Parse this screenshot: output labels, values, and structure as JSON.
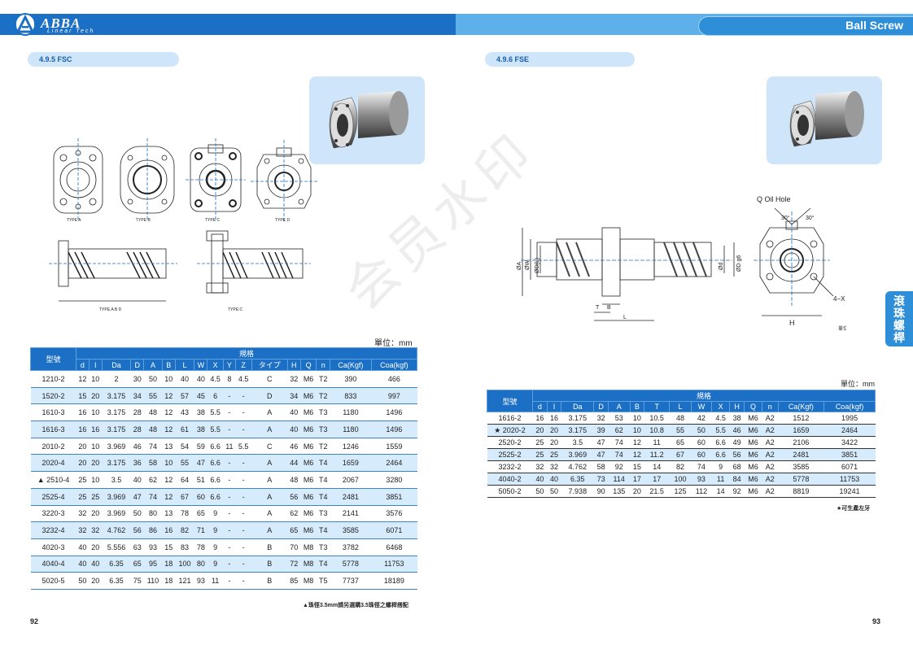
{
  "header": {
    "logo_text": "ABBA",
    "logo_sub": "Linear Tech",
    "title": "Ball Screw"
  },
  "left": {
    "section_label": "4.9.5  FSC",
    "type_labels": [
      "TYPE A",
      "TYPE B",
      "TYPE C",
      "TYPE D",
      "TYPE:A B D",
      "TYPE:C"
    ],
    "unit": "單位：mm",
    "table": {
      "model_header": "型號",
      "spec_header": "規格",
      "columns": [
        "d",
        "l",
        "Da",
        "D",
        "A",
        "B",
        "L",
        "W",
        "X",
        "Y",
        "Z",
        "タイプ",
        "H",
        "Q",
        "n",
        "Ca(Kgf)",
        "Coa(kgf)"
      ],
      "rows": [
        {
          "mark": "",
          "model": "1210-2",
          "vals": [
            "12",
            "10",
            "2",
            "30",
            "50",
            "10",
            "40",
            "40",
            "4.5",
            "8",
            "4.5",
            "C",
            "32",
            "M6",
            "T2",
            "390",
            "466"
          ]
        },
        {
          "mark": "",
          "model": "1520-2",
          "vals": [
            "15",
            "20",
            "3.175",
            "34",
            "55",
            "12",
            "57",
            "45",
            "6",
            "-",
            "-",
            "D",
            "34",
            "M6",
            "T2",
            "833",
            "997"
          ]
        },
        {
          "mark": "",
          "model": "1610-3",
          "vals": [
            "16",
            "10",
            "3.175",
            "28",
            "48",
            "12",
            "43",
            "38",
            "5.5",
            "-",
            "-",
            "A",
            "40",
            "M6",
            "T3",
            "1180",
            "1496"
          ]
        },
        {
          "mark": "",
          "model": "1616-3",
          "vals": [
            "16",
            "16",
            "3.175",
            "28",
            "48",
            "12",
            "61",
            "38",
            "5.5",
            "-",
            "-",
            "A",
            "40",
            "M6",
            "T3",
            "1180",
            "1496"
          ]
        },
        {
          "mark": "",
          "model": "2010-2",
          "vals": [
            "20",
            "10",
            "3.969",
            "46",
            "74",
            "13",
            "54",
            "59",
            "6.6",
            "11",
            "5.5",
            "C",
            "46",
            "M6",
            "T2",
            "1246",
            "1559"
          ]
        },
        {
          "mark": "",
          "model": "2020-4",
          "vals": [
            "20",
            "20",
            "3.175",
            "36",
            "58",
            "10",
            "55",
            "47",
            "6.6",
            "-",
            "-",
            "A",
            "44",
            "M6",
            "T4",
            "1659",
            "2464"
          ]
        },
        {
          "mark": "▲",
          "model": "2510-4",
          "vals": [
            "25",
            "10",
            "3.5",
            "40",
            "62",
            "12",
            "64",
            "51",
            "6.6",
            "-",
            "-",
            "A",
            "48",
            "M6",
            "T4",
            "2067",
            "3280"
          ]
        },
        {
          "mark": "",
          "model": "2525-4",
          "vals": [
            "25",
            "25",
            "3.969",
            "47",
            "74",
            "12",
            "67",
            "60",
            "6.6",
            "-",
            "-",
            "A",
            "56",
            "M6",
            "T4",
            "2481",
            "3851"
          ]
        },
        {
          "mark": "",
          "model": "3220-3",
          "vals": [
            "32",
            "20",
            "3.969",
            "50",
            "80",
            "13",
            "78",
            "65",
            "9",
            "-",
            "-",
            "A",
            "62",
            "M6",
            "T3",
            "2141",
            "3576"
          ]
        },
        {
          "mark": "",
          "model": "3232-4",
          "vals": [
            "32",
            "32",
            "4.762",
            "56",
            "86",
            "16",
            "82",
            "71",
            "9",
            "-",
            "-",
            "A",
            "65",
            "M6",
            "T4",
            "3585",
            "6071"
          ]
        },
        {
          "mark": "",
          "model": "4020-3",
          "vals": [
            "40",
            "20",
            "5.556",
            "63",
            "93",
            "15",
            "83",
            "78",
            "9",
            "-",
            "-",
            "B",
            "70",
            "M8",
            "T3",
            "3782",
            "6468"
          ]
        },
        {
          "mark": "",
          "model": "4040-4",
          "vals": [
            "40",
            "40",
            "6.35",
            "65",
            "95",
            "18",
            "100",
            "80",
            "9",
            "-",
            "-",
            "B",
            "72",
            "M8",
            "T4",
            "5778",
            "11753"
          ]
        },
        {
          "mark": "",
          "model": "5020-5",
          "vals": [
            "50",
            "20",
            "6.35",
            "75",
            "110",
            "18",
            "121",
            "93",
            "11",
            "-",
            "-",
            "B",
            "85",
            "M8",
            "T5",
            "7737",
            "18189"
          ]
        }
      ]
    },
    "footnote": "▲珠徑3.5mm請另選購3.5珠徑之螺桿搭配",
    "page_number": "92"
  },
  "right": {
    "section_label": "4.9.6  FSE",
    "drawing_labels": {
      "oil_hole": "Q Oil Hole",
      "angle1": "30°",
      "angle2": "30°",
      "thru": "4−X thru",
      "h": "H",
      "unit_small": "單位：mm",
      "t": "T",
      "b": "B",
      "l": "L",
      "phi_a": "ØA",
      "phi_w": "ØW",
      "phi_d_g6": "ØD g6",
      "phi_d": "Ød",
      "phi_dl": "ØD(L)"
    },
    "side_tab": [
      "滾",
      "珠",
      "螺",
      "桿"
    ],
    "unit": "單位：mm",
    "table": {
      "model_header": "型號",
      "spec_header": "規格",
      "columns": [
        "d",
        "l",
        "Da",
        "D",
        "A",
        "B",
        "T",
        "L",
        "W",
        "X",
        "H",
        "Q",
        "n",
        "Ca(Kgf)",
        "Coa(kgf)"
      ],
      "rows": [
        {
          "mark": "",
          "model": "1616-2",
          "vals": [
            "16",
            "16",
            "3.175",
            "32",
            "53",
            "10",
            "10.5",
            "48",
            "42",
            "4.5",
            "38",
            "M6",
            "A2",
            "1512",
            "1995"
          ]
        },
        {
          "mark": "★",
          "model": "2020-2",
          "vals": [
            "20",
            "20",
            "3.175",
            "39",
            "62",
            "10",
            "10.8",
            "55",
            "50",
            "5.5",
            "46",
            "M6",
            "A2",
            "1659",
            "2464"
          ]
        },
        {
          "mark": "",
          "model": "2520-2",
          "vals": [
            "25",
            "20",
            "3.5",
            "47",
            "74",
            "12",
            "11",
            "65",
            "60",
            "6.6",
            "49",
            "M6",
            "A2",
            "2106",
            "3422"
          ]
        },
        {
          "mark": "",
          "model": "2525-2",
          "vals": [
            "25",
            "25",
            "3.969",
            "47",
            "74",
            "12",
            "11.2",
            "67",
            "60",
            "6.6",
            "56",
            "M6",
            "A2",
            "2481",
            "3851"
          ]
        },
        {
          "mark": "",
          "model": "3232-2",
          "vals": [
            "32",
            "32",
            "4.762",
            "58",
            "92",
            "15",
            "14",
            "82",
            "74",
            "9",
            "68",
            "M6",
            "A2",
            "3585",
            "6071"
          ]
        },
        {
          "mark": "",
          "model": "4040-2",
          "vals": [
            "40",
            "40",
            "6.35",
            "73",
            "114",
            "17",
            "17",
            "100",
            "93",
            "11",
            "84",
            "M6",
            "A2",
            "5778",
            "11753"
          ]
        },
        {
          "mark": "",
          "model": "5050-2",
          "vals": [
            "50",
            "50",
            "7.938",
            "90",
            "135",
            "20",
            "21.5",
            "125",
            "112",
            "14",
            "92",
            "M6",
            "A2",
            "8819",
            "19241"
          ]
        }
      ]
    },
    "footnote": "★可生產左牙",
    "page_number": "93"
  },
  "colors": {
    "header_dark": "#1b6fc4",
    "header_light": "#5db0ea",
    "band": "#cfe6fa",
    "row_alt": "#d6ebfb"
  }
}
